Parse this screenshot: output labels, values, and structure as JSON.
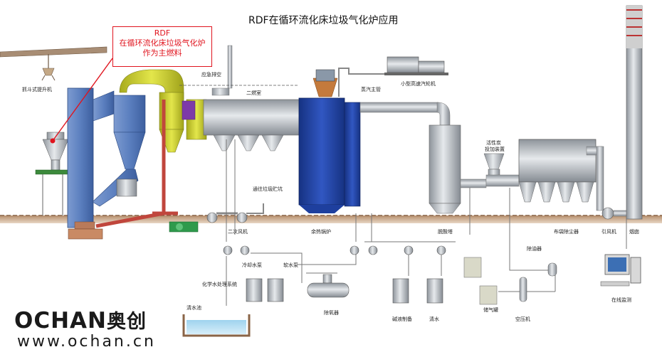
{
  "title": "RDF在循环流化床垃圾气化炉应用",
  "callout": {
    "line1": "RDF",
    "line2": "在循环流化床垃圾气化炉",
    "line3": "作为主燃料"
  },
  "labels": {
    "crane": "抓斗式提升机",
    "emergency_vent": "应急排空",
    "secondary_chamber": "二燃室",
    "steam_main": "蒸汽主管",
    "turbine": "小型高速汽轮机",
    "activated_carbon_1": "活性炭",
    "activated_carbon_2": "投加装置",
    "garbage_storage": "通往垃圾贮坑",
    "secondary_fan": "二次风机",
    "waste_heat_boiler": "余热锅炉",
    "deacid_tower": "脱酸塔",
    "bag_filter": "布袋除尘器",
    "id_fan": "引风机",
    "chimney": "烟囱",
    "cooling_pump": "冷却水泵",
    "soft_water_pump": "软水泵",
    "chem_water": "化学水处理系统",
    "clear_pool": "清水池",
    "deaerator": "除氧器",
    "alkali_prep": "碱液制备",
    "clear_water": "清水",
    "gas_tank": "储气罐",
    "oil_remover": "除油器",
    "air_compressor": "空压机",
    "online_monitor": "在线监测"
  },
  "logo": {
    "brand_latin": "OCHAN",
    "brand_cn": "奥创",
    "url": "www.ochan.cn"
  },
  "colors": {
    "callout_red": "#e0141e",
    "equipment_blue": "#5b7fbf",
    "boiler_blue": "#1e3f9e",
    "cyclone_yellow": "#d6d93a",
    "duct_red": "#c0463c",
    "floor_brown": "#c9a98a",
    "steel_gray": "#b7bcc2"
  }
}
